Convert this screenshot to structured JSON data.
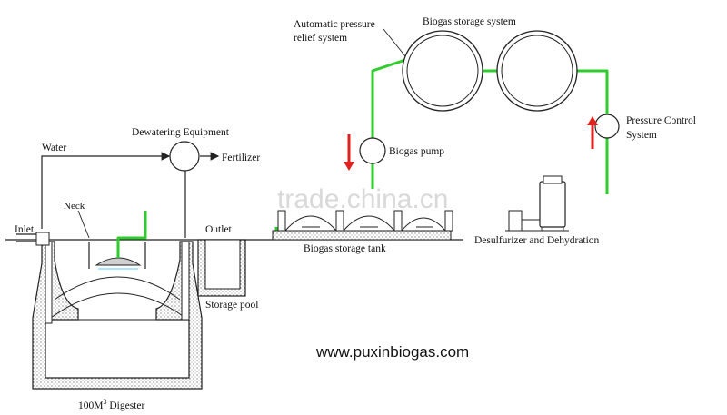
{
  "labels": {
    "relief_line1": "Automatic pressure",
    "relief_line2": "relief system",
    "storage_system": "Biogas storage system",
    "pressure_control_line1": "Pressure Control",
    "pressure_control_line2": "System",
    "dewatering": "Dewatering Equipment",
    "water": "Water",
    "fertilizer": "Fertilizer",
    "biogas_pump": "Biogas pump",
    "inlet": "Inlet",
    "neck": "Neck",
    "outlet": "Outlet",
    "storage_tank": "Biogas storage tank",
    "desulfurizer": "Desulfurizer and Dehydration",
    "storage_pool": "Storage pool",
    "digester_prefix": "100M",
    "digester_sup": "3",
    "digester_suffix": " Digester"
  },
  "website": "www.puxinbiogas.com",
  "watermark": "trade.china.cn",
  "colors": {
    "gas_pipe": "#2ecc2e",
    "flow_arrow": "#e0201c",
    "outline": "#222222"
  }
}
